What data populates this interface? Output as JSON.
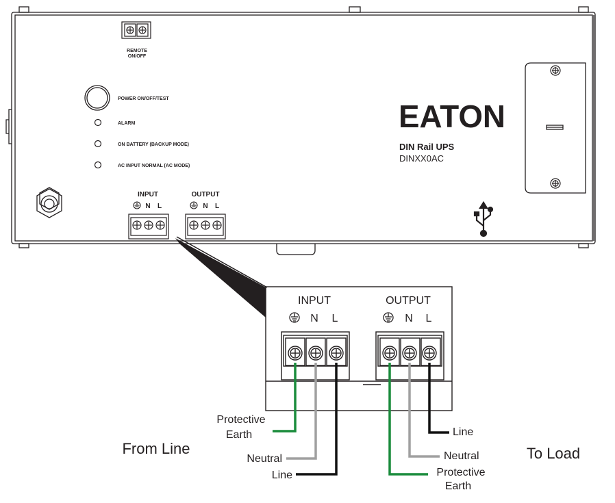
{
  "top_panel": {
    "remote_label_1": "REMOTE",
    "remote_label_2": "ON/OFF",
    "power_button_label": "POWER ON/OFF/TEST",
    "led_labels": [
      "ALARM",
      "ON BATTERY (BACKUP MODE)",
      "AC INPUT NORMAL (AC MODE)"
    ],
    "input_label": "INPUT",
    "output_label": "OUTPUT",
    "terminal_letters": [
      "N",
      "L"
    ]
  },
  "brand": {
    "logo_text": "EATON",
    "product_line": "DIN Rail UPS",
    "model": "DINXX0AC"
  },
  "detail": {
    "input_label": "INPUT",
    "output_label": "OUTPUT",
    "terminal_letters": [
      "N",
      "L"
    ],
    "wires_in": {
      "pe_1": "Protective",
      "pe_2": "Earth",
      "neutral": "Neutral",
      "line": "Line"
    },
    "wires_out": {
      "line": "Line",
      "neutral": "Neutral",
      "pe_1": "Protective",
      "pe_2": "Earth"
    },
    "from_label": "From Line",
    "to_label": "To Load"
  },
  "icons": [
    "ground-icon",
    "usb-icon",
    "screw-icon"
  ],
  "colors": {
    "earth_wire": "#1a8c3c",
    "neutral_wire": "#a0a0a0",
    "line_wire": "#111111"
  }
}
